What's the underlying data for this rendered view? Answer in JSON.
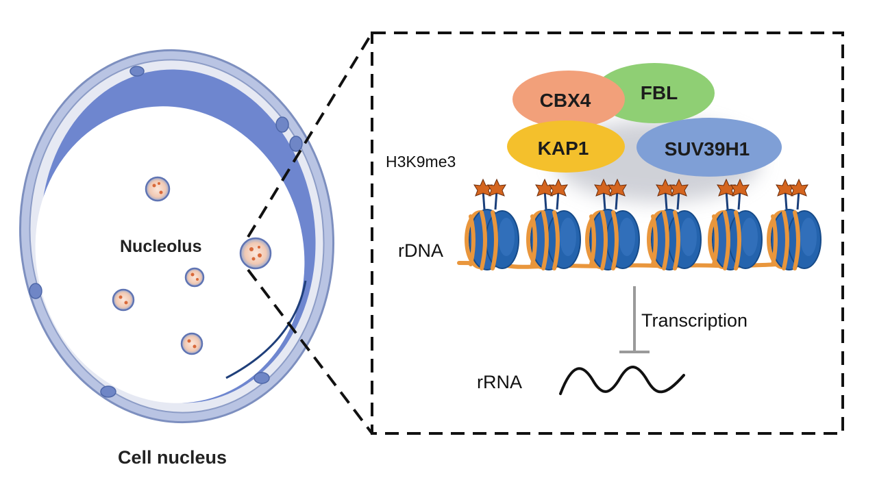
{
  "labels": {
    "cell_nucleus": "Cell nucleus",
    "nucleolus": "Nucleolus",
    "h3k9me3": "H3K9me3",
    "rdna": "rDNA",
    "transcription": "Transcription",
    "rrna": "rRNA"
  },
  "proteins": [
    {
      "name": "CBX4",
      "color": "#f2a07a"
    },
    {
      "name": "FBL",
      "color": "#8fcf74"
    },
    {
      "name": "KAP1",
      "color": "#f4c02c"
    },
    {
      "name": "SUV39H1",
      "color": "#7f9fd6"
    }
  ],
  "colors": {
    "nucleus_fill": "#6e86cf",
    "envelope": "#dfe3ef",
    "nucleosome": "#1f5fa8",
    "dna": "#e9963c",
    "methyl_star": "#d4651f",
    "dashed_line": "#111111",
    "inhibition": "#9a9a9a"
  },
  "nucleosome_count": 6
}
